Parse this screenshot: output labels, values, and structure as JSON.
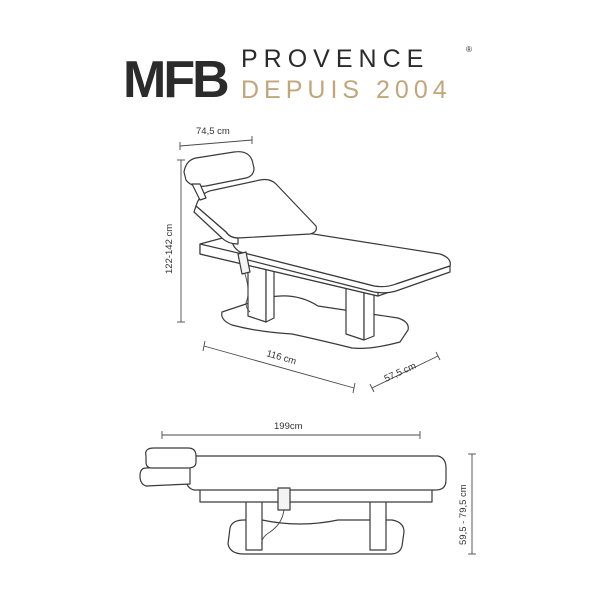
{
  "brand": {
    "name": "MFB",
    "line1": "PROVENCE",
    "registered": "®",
    "line2": "DEPUIS 2004",
    "colors": {
      "dark": "#2b2b2b",
      "gold": "#c2a67a"
    }
  },
  "dimensions": {
    "headrest_width": "74,5 cm",
    "height_range_inclined": "122-142 cm",
    "length_base": "116 cm",
    "width_base": "57,5 cm",
    "total_length": "199cm",
    "height_range_flat": "59,5 - 79,5 cm"
  }
}
